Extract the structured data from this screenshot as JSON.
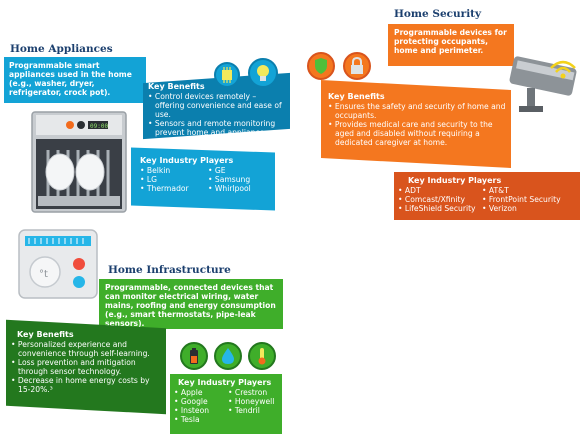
{
  "appliances": {
    "title": "Home Appliances",
    "intro": "Programmable smart appliances used in the home (e.g., washer, dryer, refrigerator, crock pot).",
    "benefits_title": "Key Benefits",
    "benefits": [
      "Control devices remotely – offering convenience and ease of use.",
      "Sensors and remote monitoring prevent home and appliance claims."
    ],
    "players_title": "Key Industry Players",
    "players": [
      "Belkin",
      "GE",
      "LG",
      "Samsung",
      "Thermador",
      "Whirlpool"
    ],
    "icons": [
      "chip-icon",
      "lightbulb-icon",
      "dishwasher-illustration"
    ],
    "dishwasher_display": "09:00"
  },
  "security": {
    "title": "Home Security",
    "intro": "Programmable devices for protecting occupants, home and perimeter.",
    "benefits_title": "Key Benefits",
    "benefits": [
      "Ensures the safety and security of home and occupants.",
      "Provides medical care and security to the aged and disabled without requiring a dedicated caregiver at home."
    ],
    "players_title": "Key Industry Players",
    "players": [
      "ADT",
      "AT&T",
      "Comcast/Xfinity",
      "FrontPoint Security",
      "LifeShield Security",
      "Verizon"
    ],
    "icons": [
      "shield-icon",
      "padlock-icon",
      "security-camera-illustration",
      "wifi-signal-icon"
    ]
  },
  "infrastructure": {
    "title": "Home Infrastructure",
    "intro": "Programmable, connected devices that can monitor electrical wiring, water mains, roofing and energy consumption (e.g., smart thermostats, pipe-leak sensors).",
    "benefits_title": "Key Benefits",
    "benefits": [
      "Personalized experience and convenience through self-learning.",
      "Loss prevention and mitigation through sensor technology.",
      "Decrease in home energy costs by 15-20%.³"
    ],
    "players_title": "Key Industry Players",
    "players": [
      "Apple",
      "Crestron",
      "Google",
      "Honeywell",
      "Insteon",
      "Tendril",
      "Tesla",
      ""
    ],
    "icons": [
      "battery-icon",
      "water-drop-icon",
      "thermometer-icon",
      "thermostat-illustration"
    ],
    "thermostat_label": "°t"
  },
  "colors": {
    "navy": "#1b3f6e",
    "appliances_blue": "#13a3d6",
    "appliances_dark": "#0b7fae",
    "security_orange": "#f4771f",
    "security_dark": "#d9541d",
    "infra_green": "#3fae2a",
    "infra_dark": "#23781e"
  }
}
